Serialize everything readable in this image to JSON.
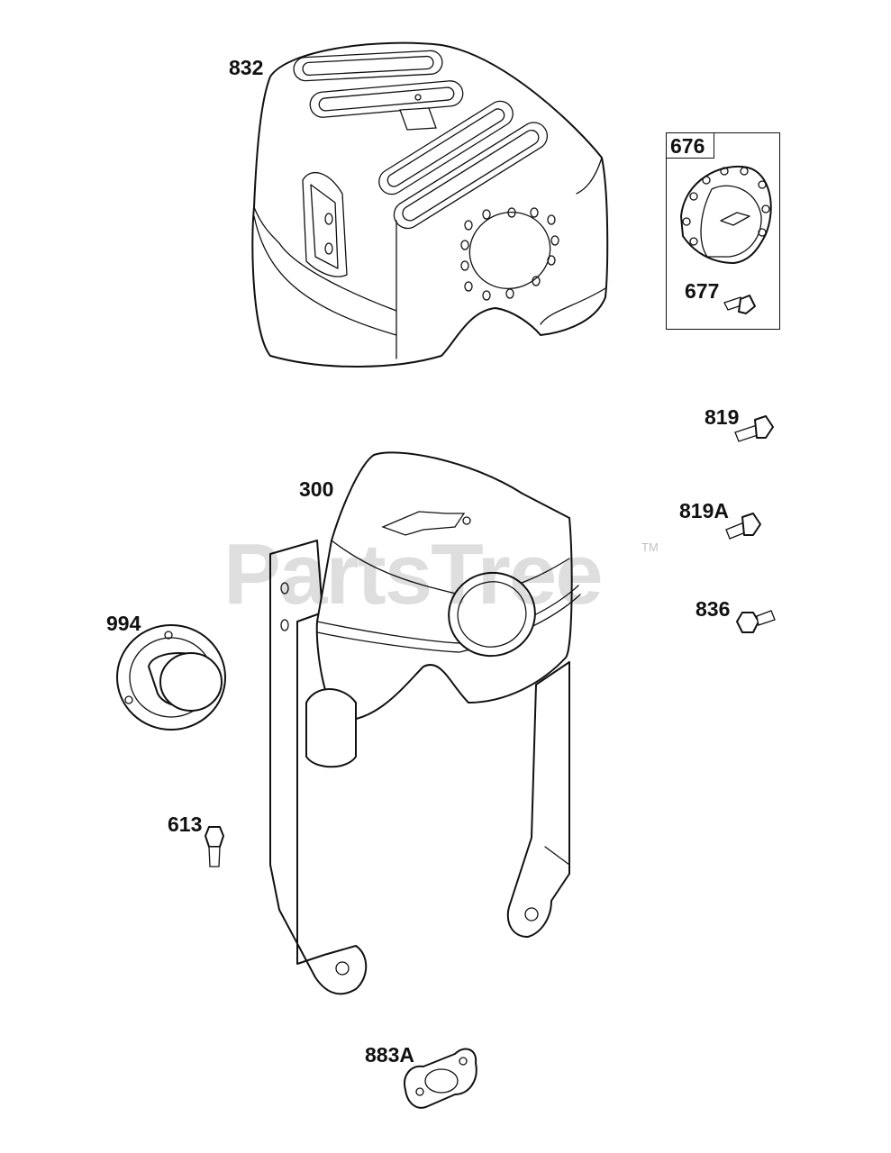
{
  "diagram": {
    "watermark": "PartsTree",
    "watermark_mark": "TM",
    "callouts": {
      "heat_shield": "832",
      "exhaust_deflector": "676",
      "deflector_screw": "677",
      "screw_819": "819",
      "screw_819a": "819A",
      "screw_836": "836",
      "muffler": "300",
      "spark_arrestor": "994",
      "screw_613": "613",
      "gasket": "883A"
    }
  }
}
